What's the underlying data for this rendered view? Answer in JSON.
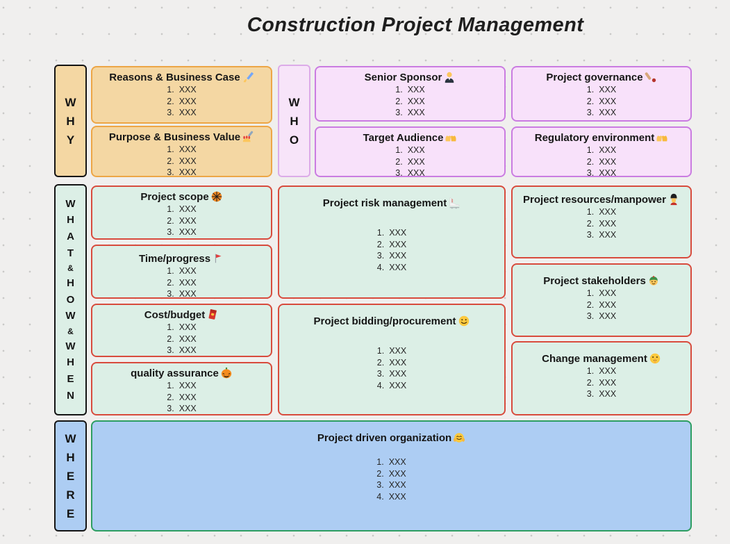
{
  "title": "Construction Project Management",
  "labels": {
    "why": "WHY",
    "who": "WHO",
    "what_how_when": "WHAT&HOW&WHEN",
    "where": "WHERE"
  },
  "colors": {
    "canvas_bg": "#f0efee",
    "why_fill": "#f4d7a3",
    "why_border": "#eda646",
    "who_fill": "#f8e1fa",
    "who_border": "#ca7ce1",
    "what_fill": "#dcefe6",
    "what_border": "#d84b3d",
    "where_fill": "#adcdf3",
    "where_border": "#2d9e62",
    "text": "#1e1e1e"
  },
  "boxes": {
    "reasons": {
      "title": "Reasons & Business Case",
      "icon": {
        "name": "writing-hand",
        "char": "✍️"
      },
      "items": [
        "XXX",
        "XXX",
        "XXX"
      ]
    },
    "purpose": {
      "title": "Purpose & Business Value",
      "icon": {
        "name": "nail-polish",
        "char": "💅"
      },
      "items": [
        "XXX",
        "XXX",
        "XXX"
      ]
    },
    "sponsor": {
      "title": "Senior Sponsor",
      "icon": {
        "name": "person-tuxedo",
        "char": "🤵"
      },
      "items": [
        "XXX",
        "XXX",
        "XXX"
      ]
    },
    "audience": {
      "title": "Target Audience",
      "icon": {
        "name": "open-hands",
        "char": "👐"
      },
      "items": [
        "XXX",
        "XXX",
        "XXX"
      ]
    },
    "governance": {
      "title": "Project governance",
      "icon": {
        "name": "cricket",
        "char": "🏏"
      },
      "items": [
        "XXX",
        "XXX",
        "XXX"
      ]
    },
    "regulatory": {
      "title": "Regulatory environment",
      "icon": {
        "name": "open-hands",
        "char": "👐"
      },
      "items": [
        "XXX",
        "XXX",
        "XXX"
      ]
    },
    "scope": {
      "title": "Project scope",
      "icon": {
        "name": "basketball",
        "char": "🏀"
      },
      "items": [
        "XXX",
        "XXX",
        "XXX"
      ]
    },
    "time": {
      "title": "Time/progress",
      "icon": {
        "name": "triangular-flag",
        "char": "🚩"
      },
      "items": [
        "XXX",
        "XXX",
        "XXX"
      ]
    },
    "cost": {
      "title": "Cost/budget",
      "icon": {
        "name": "red-envelope",
        "char": "🧧"
      },
      "items": [
        "XXX",
        "XXX",
        "XXX"
      ]
    },
    "quality": {
      "title": "quality assurance",
      "icon": {
        "name": "jack-o-lantern",
        "char": "🎃"
      },
      "items": [
        "XXX",
        "XXX",
        "XXX"
      ]
    },
    "risk": {
      "title": "Project risk management",
      "icon": {
        "name": "ice-skate",
        "char": "⛸️"
      },
      "items": [
        "XXX",
        "XXX",
        "XXX",
        "XXX"
      ]
    },
    "bidding": {
      "title": "Project bidding/procurement",
      "icon": {
        "name": "smiling-face",
        "char": "🙂"
      },
      "items": [
        "XXX",
        "XXX",
        "XXX",
        "XXX"
      ]
    },
    "resources": {
      "title": "Project resources/manpower",
      "icon": {
        "name": "guard",
        "char": "💂"
      },
      "items": [
        "XXX",
        "XXX",
        "XXX"
      ]
    },
    "stakeholders": {
      "title": "Project stakeholders",
      "icon": {
        "name": "person-skullcap",
        "char": "👲"
      },
      "items": [
        "XXX",
        "XXX",
        "XXX"
      ]
    },
    "change": {
      "title": "Change management",
      "icon": {
        "name": "shushing-face",
        "char": "🤫"
      },
      "items": [
        "XXX",
        "XXX",
        "XXX"
      ]
    },
    "organization": {
      "title": "Project driven organization",
      "icon": {
        "name": "hugging-face",
        "char": "🤗"
      },
      "items": [
        "XXX",
        "XXX",
        "XXX",
        "XXX"
      ]
    }
  }
}
